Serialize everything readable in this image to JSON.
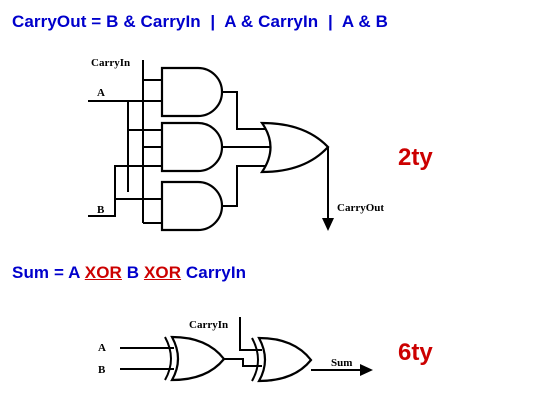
{
  "carry_section": {
    "equation": "CarryOut = B & CarryIn  |  A & CarryIn  |  A & B",
    "delay": "2ty",
    "labels": {
      "carry_in": "CarryIn",
      "a": "A",
      "b": "B",
      "carry_out": "CarryOut"
    }
  },
  "sum_section": {
    "equation_parts": [
      "Sum = A ",
      "XOR",
      " B ",
      "XOR",
      " CarryIn"
    ],
    "delay": "6ty",
    "labels": {
      "carry_in": "CarryIn",
      "a": "A",
      "b": "B",
      "sum": "Sum"
    }
  },
  "colors": {
    "equation": "#0000cc",
    "operator": "#cc0000",
    "delay": "#cc0000"
  }
}
